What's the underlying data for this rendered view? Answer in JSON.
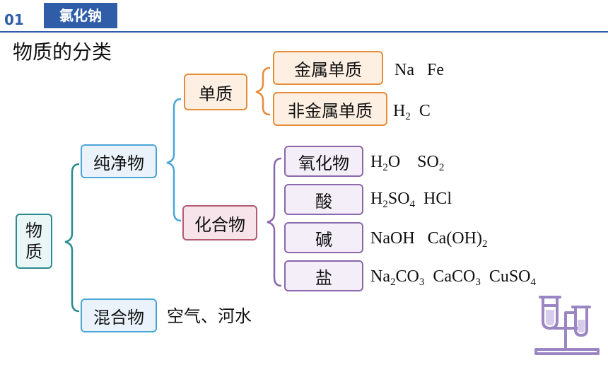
{
  "header": {
    "number": "01",
    "tag": "氯化钠"
  },
  "title": "物质的分类",
  "tree": {
    "root": "物质",
    "pure": "纯净物",
    "mixture": "混合物",
    "mixture_examples": "空气、河水",
    "element": "单质",
    "compound": "化合物",
    "metal": "金属单质",
    "nonmetal": "非金属单质",
    "oxide": "氧化物",
    "acid": "酸",
    "base": "碱",
    "salt": "盐"
  },
  "examples": {
    "metal": [
      [
        "Na",
        ""
      ],
      [
        "   Fe",
        ""
      ]
    ],
    "nonmetal": [
      [
        "H",
        "2"
      ],
      [
        "  C",
        ""
      ]
    ],
    "oxide": [
      [
        "H",
        "2"
      ],
      [
        "O    SO",
        "2"
      ]
    ],
    "acid": [
      [
        "H",
        "2"
      ],
      [
        "SO",
        "4"
      ],
      [
        "  HCl",
        ""
      ]
    ],
    "base": [
      [
        "NaOH   Ca(OH)",
        "2"
      ]
    ],
    "salt": [
      [
        "Na",
        "2"
      ],
      [
        "CO",
        "3"
      ],
      [
        "  CaCO",
        "3"
      ],
      [
        "  CuSO",
        "4"
      ]
    ]
  },
  "colors": {
    "header": "#2f5da8",
    "root": "#2a8a8c",
    "level1": "#4aa6d8",
    "element": "#e58d3a",
    "compound": "#b45a73",
    "compound_children": "#8a68aa"
  },
  "icon": "test-tubes-rack-icon"
}
